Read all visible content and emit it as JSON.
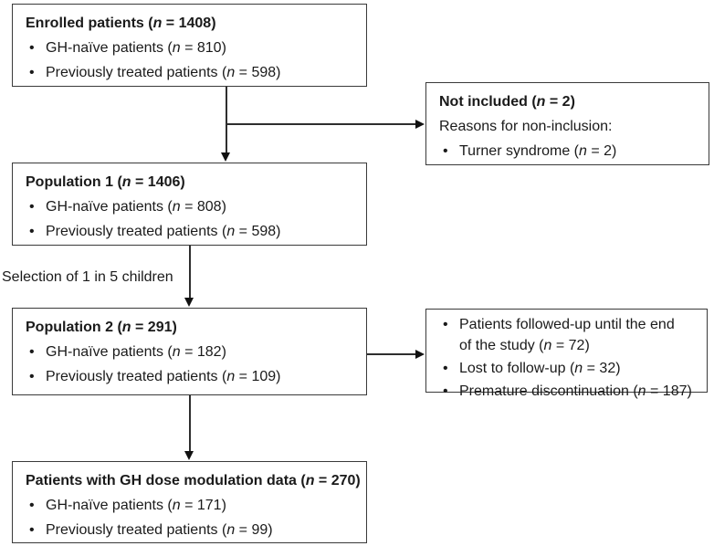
{
  "boxes": {
    "enrolled": {
      "heading": "Enrolled patients (*n* = 1408)",
      "bullets": [
        "GH-naïve patients (*n* = 810)",
        "Previously treated patients (*n* = 598)"
      ]
    },
    "not_included": {
      "heading": "Not included (*n* = 2)",
      "subheading": "Reasons for non-inclusion:",
      "bullets": [
        "Turner syndrome (*n* = 2)"
      ]
    },
    "population_1": {
      "heading": "Population 1 (*n* = 1406)",
      "bullets": [
        "GH-naïve patients (*n* = 808)",
        "Previously treated patients (*n* = 598)"
      ]
    },
    "population_2": {
      "heading": "Population 2 (*n* = 291)",
      "bullets": [
        "GH-naïve patients (*n* = 182)",
        "Previously treated patients (*n* = 109)"
      ]
    },
    "followup_outcomes": {
      "bullets": [
        "Patients followed-up until the end\nof the study (*n* = 72)",
        "Lost to follow-up (*n* = 32)",
        "Premature discontinuation (*n* = 187)"
      ]
    },
    "dose_modulation": {
      "heading": "Patients with GH dose modulation data (*n* = 270)",
      "bullets": [
        "GH-naïve patients (*n* = 171)",
        "Previously treated patients (*n* = 99)"
      ]
    }
  },
  "annotations": {
    "selection_label": "Selection of 1 in 5 children"
  },
  "glyphs": {
    "bullet": "•"
  },
  "colors": {
    "box_border": "#3a3a3a",
    "connector": "#2e2e2e",
    "arrowhead": "#111111",
    "text": "#1a1a1a",
    "background": "#ffffff"
  }
}
